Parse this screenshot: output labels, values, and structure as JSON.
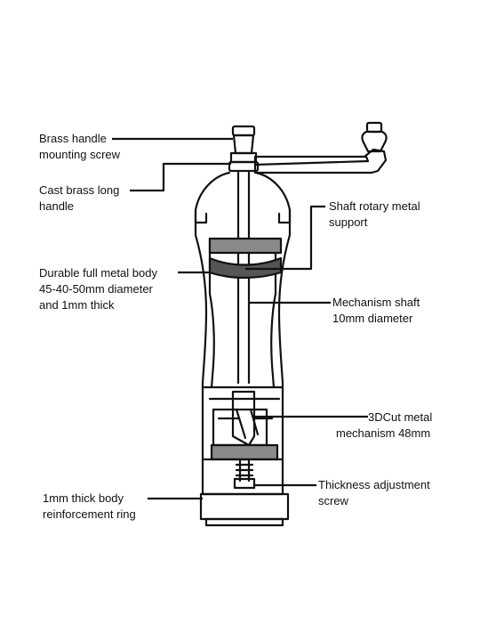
{
  "labels": {
    "brass_handle_screw": [
      "Brass handle",
      "mounting screw"
    ],
    "cast_brass_handle": [
      "Cast brass long",
      "handle"
    ],
    "full_metal_body": [
      "Durable full metal body",
      "45-40-50mm diameter",
      "and 1mm thick"
    ],
    "reinforcement_ring": [
      "1mm thick body",
      "reinforcement ring"
    ],
    "shaft_support": [
      "Shaft rotary metal",
      "support"
    ],
    "mechanism_shaft": [
      "Mechanism shaft",
      "10mm diameter"
    ],
    "metal_mechanism": [
      "3DCut metal",
      "mechanism 48mm"
    ],
    "adjustment_screw": [
      "Thickness adjustment",
      "screw"
    ]
  },
  "colors": {
    "line": "#111111",
    "shading_dark": "#555555",
    "shading_mid": "#8a8a8a"
  }
}
